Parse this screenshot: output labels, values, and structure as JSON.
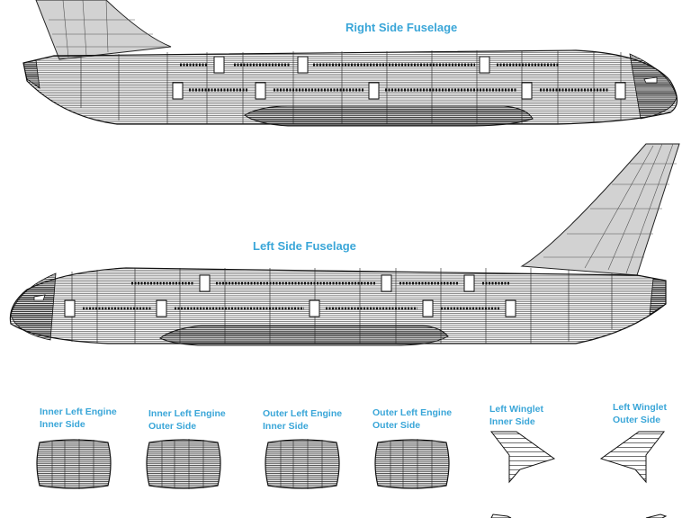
{
  "labels": {
    "right_fuselage": "Right Side Fuselage",
    "left_fuselage": "Left Side Fuselage",
    "parts": [
      {
        "line1": "Inner Left Engine",
        "line2": "Inner Side"
      },
      {
        "line1": "Inner Left Engine",
        "line2": "Outer Side"
      },
      {
        "line1": "Outer Left Engine",
        "line2": "Inner Side"
      },
      {
        "line1": "Outer Left Engine",
        "line2": "Outer Side"
      },
      {
        "line1": "Left Winglet",
        "line2": "Inner Side"
      },
      {
        "line1": "Left Winglet",
        "line2": "Outer Side"
      }
    ]
  },
  "colors": {
    "label": "#3aa6d8",
    "panel_fill": "#e4e4e4",
    "tail_fill": "#d2d2d2",
    "line": "#222222"
  }
}
